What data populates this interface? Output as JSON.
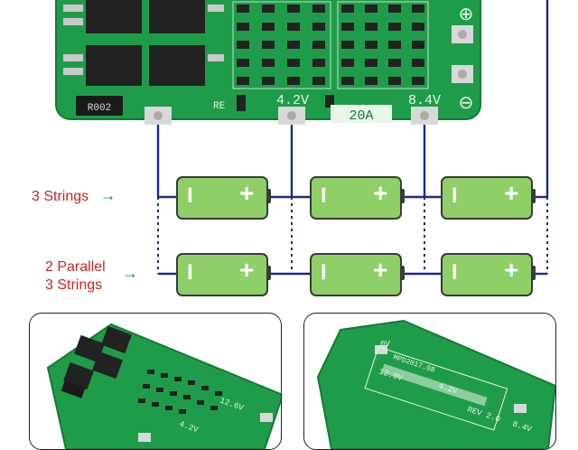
{
  "board": {
    "resistor_code": "R002",
    "re_label": "RE",
    "voltage_left": "4.2V",
    "current_rating": "20A",
    "voltage_right": "8.4V",
    "plus_symbol": "⊕",
    "minus_symbol": "⊖"
  },
  "labels": {
    "three_strings": "3 Strings",
    "parallel_line1": "2 Parallel",
    "parallel_line2": "3 Strings",
    "arrow": "→"
  },
  "battery": {
    "neg_symbol": "I",
    "pos_symbol": "+"
  },
  "photo_left": {
    "voltage_label": "12.6V",
    "voltage_label2": "4.2V"
  },
  "photo_right": {
    "label_0v": "0V",
    "model": "MPD2017.08",
    "label_12v": "12.0V",
    "label_4v2": "4.2V",
    "rev": "REV 2.0",
    "label_8v4": "8.4V"
  },
  "colors": {
    "pcb": "#1f9c4a",
    "pcb_dark": "#137a36",
    "wire": "#1a2a8a",
    "battery_body": "#8fcf68",
    "battery_border": "#3a3a3a",
    "label_red": "#c0281e",
    "arrow_green": "#1b8a2e"
  }
}
